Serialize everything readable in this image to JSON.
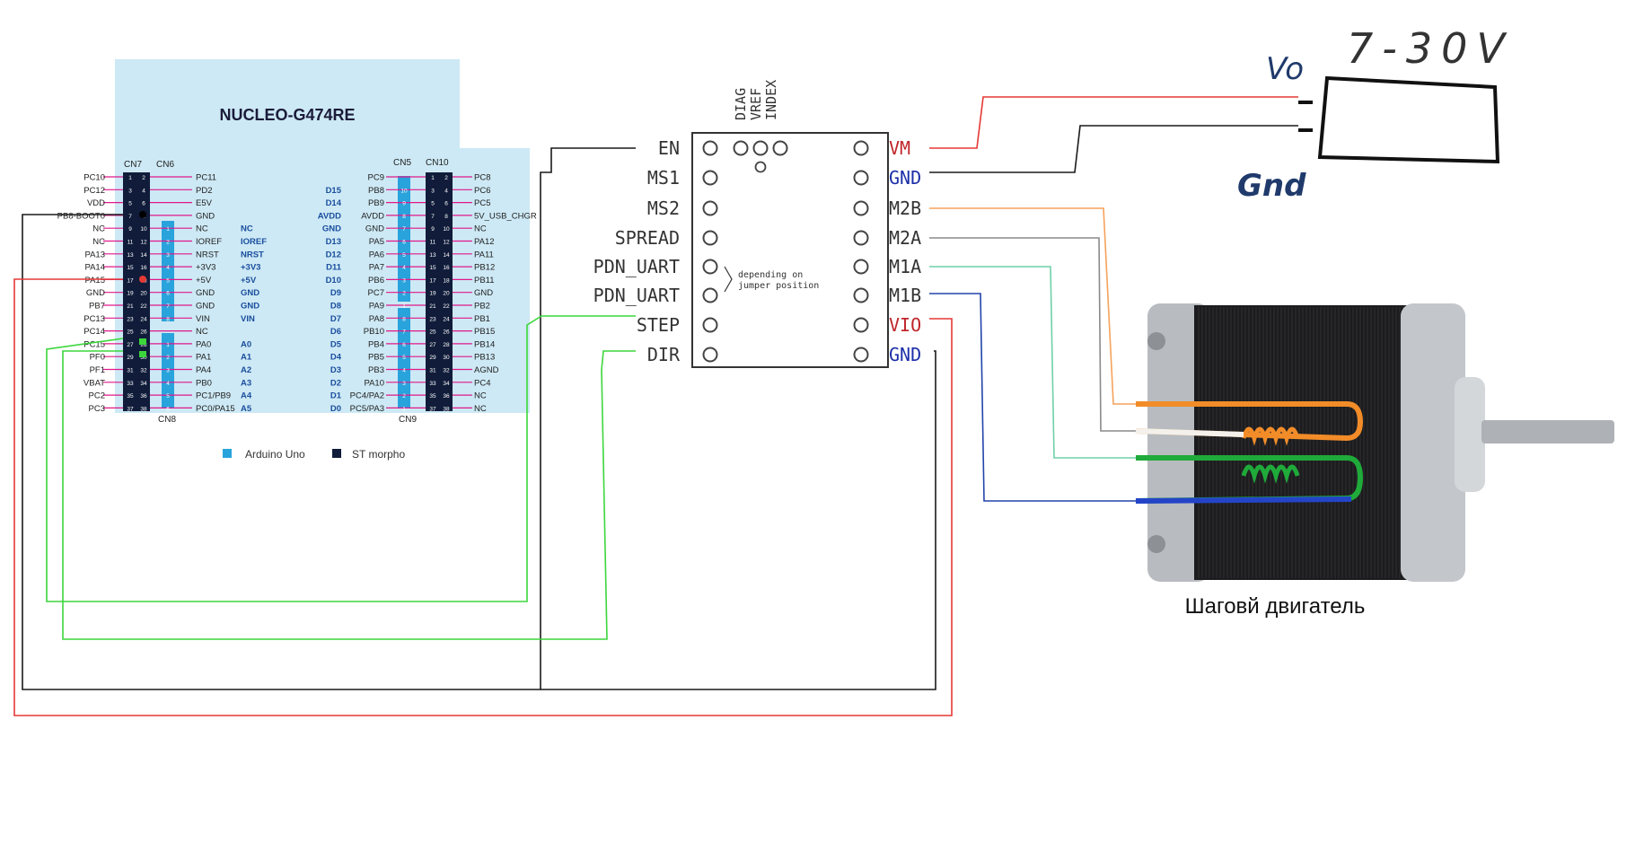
{
  "board": {
    "title": "NUCLEO-G474RE",
    "cn7": "CN7",
    "cn6": "CN6",
    "cn8": "CN8",
    "cn5": "CN5",
    "cn10": "CN10",
    "cn9": "CN9",
    "left_labels": [
      "PC10",
      "PC12",
      "VDD",
      "PB8-BOOT0",
      "NC",
      "NC",
      "PA13",
      "PA14",
      "PA15",
      "GND",
      "PB7",
      "PC13",
      "PC14",
      "PC15",
      "PF0",
      "PF1",
      "VBAT",
      "PC2",
      "PC3"
    ],
    "left_pin_nums": [
      [
        "1",
        "2"
      ],
      [
        "3",
        "4"
      ],
      [
        "5",
        "6"
      ],
      [
        "7",
        "8"
      ],
      [
        "9",
        "10"
      ],
      [
        "11",
        "12"
      ],
      [
        "13",
        "14"
      ],
      [
        "15",
        "16"
      ],
      [
        "17",
        "18"
      ],
      [
        "19",
        "20"
      ],
      [
        "21",
        "22"
      ],
      [
        "23",
        "24"
      ],
      [
        "25",
        "26"
      ],
      [
        "27",
        "28"
      ],
      [
        "29",
        "30"
      ],
      [
        "31",
        "32"
      ],
      [
        "33",
        "34"
      ],
      [
        "35",
        "36"
      ],
      [
        "37",
        "38"
      ]
    ],
    "cn6_labels": [
      "PC11",
      "PD2",
      "E5V",
      "GND",
      "NC",
      "IOREF",
      "NRST",
      "+3V3",
      "+5V",
      "GND",
      "GND",
      "VIN",
      "NC",
      "PA0",
      "PA1",
      "PA4",
      "PB0",
      "PC1/PB9",
      "PC0/PA15"
    ],
    "cn6_nums": [
      "1",
      "2",
      "3",
      "4",
      "5",
      "6",
      "7",
      "8",
      "1",
      "2",
      "3",
      "4",
      "5",
      "6"
    ],
    "arduino_left": [
      "NC",
      "IOREF",
      "NRST",
      "+3V3",
      "+5V",
      "GND",
      "GND",
      "VIN",
      "A0",
      "A1",
      "A2",
      "A3",
      "A4",
      "A5"
    ],
    "cn5_arduino": [
      "D15",
      "D14",
      "AVDD",
      "GND",
      "D13",
      "D12",
      "D11",
      "D10",
      "D9",
      "D8",
      "D7",
      "D6",
      "D5",
      "D4",
      "D3",
      "D2",
      "D1",
      "D0"
    ],
    "cn5_labels": [
      "PC9",
      "PB8",
      "PB9",
      "AVDD",
      "GND",
      "PA5",
      "PA6",
      "PA7",
      "PB6",
      "PC7",
      "PA9",
      "PA8",
      "PB10",
      "PB4",
      "PB5",
      "PB3",
      "PA10",
      "PC4/PA2",
      "PC5/PA3"
    ],
    "cn5_nums": [
      "10",
      "9",
      "8",
      "7",
      "6",
      "5",
      "4",
      "3",
      "2",
      "1",
      "8",
      "7",
      "6",
      "5",
      "4",
      "3",
      "2",
      "1"
    ],
    "cn10_labels": [
      "PC8",
      "PC6",
      "PC5",
      "5V_USB_CHGR",
      "NC",
      "PA12",
      "PA11",
      "PB12",
      "PB11",
      "GND",
      "PB2",
      "PB1",
      "PB15",
      "PB14",
      "PB13",
      "AGND",
      "PC4",
      "NC",
      "NC"
    ],
    "legend": {
      "arduino": "Arduino Uno",
      "morpho": "ST morpho"
    }
  },
  "driver": {
    "left_pins": [
      "EN",
      "MS1",
      "MS2",
      "SPREAD",
      "PDN_UART",
      "PDN_UART",
      "STEP",
      "DIR"
    ],
    "right_pins": [
      "VM",
      "GND",
      "M2B",
      "M2A",
      "M1A",
      "M1B",
      "VIO",
      "GND"
    ],
    "top_pins": [
      "DIAG",
      "VREF",
      "INDEX"
    ],
    "note_line1": "depending on",
    "note_line2": "jumper position"
  },
  "supply": {
    "vo_label": "Vo",
    "voltage_label": "7-30V",
    "gnd_label": "Gnd"
  },
  "motor": {
    "caption": "Шаговй двигатель"
  },
  "colors": {
    "board_bg": "#cde9f5",
    "pin_header": "#101c3a",
    "arduino_header": "#29a3dc",
    "pin_line": "#e0188a",
    "label_blue": "#1a4e9e",
    "wire_black": "#1a1a1a",
    "wire_red": "#e53935",
    "wire_green": "#3cd63c",
    "wire_orange": "#f5a25b",
    "wire_gray": "#8a8a8a",
    "wire_teal": "#6fd0a8",
    "wire_blue": "#2244aa",
    "vm_red": "#c0262b",
    "gnd_blue": "#1c2fa8",
    "ink_navy": "#1f3a6b"
  }
}
